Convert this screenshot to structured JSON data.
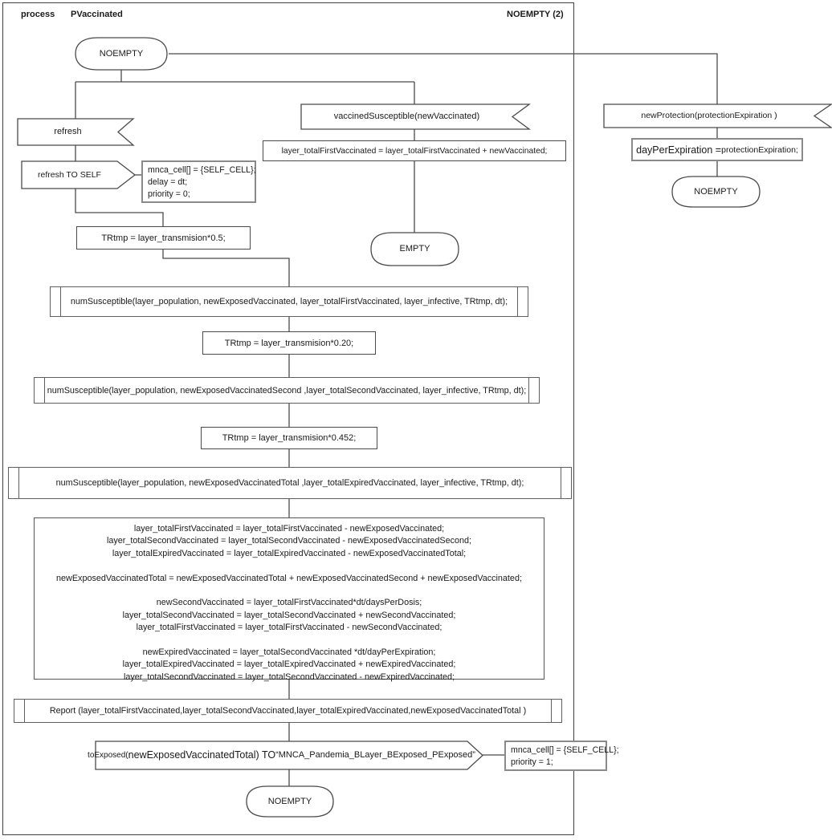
{
  "header": {
    "process_label": "process",
    "process_name": "PVaccinated",
    "state_indicator": "NOEMPTY (2)"
  },
  "states": {
    "top": "NOEMPTY",
    "empty_mid": "EMPTY",
    "right": "NOEMPTY",
    "bottom": "NOEMPTY"
  },
  "flags": {
    "refresh": "refresh",
    "refresh_to_self": "refresh TO SELF",
    "vaccined_susceptible": "vaccinedSusceptible(newVaccinated)",
    "new_protection": "newProtection(protectionExpiration )",
    "to_exposed_pre": "toExposed(",
    "to_exposed_mid": "newExposedVaccinatedTotal) TO ",
    "to_exposed_target": "“MNCA_Pandemia_BLayer_BExposed_PExposed”"
  },
  "boxes": {
    "first_vacc_update": "layer_totalFirstVaccinated = layer_totalFirstVaccinated + newVaccinated;",
    "day_per_expiration_lhs": "dayPerExpiration = ",
    "day_per_expiration_rhs": "protectionExpiration;",
    "trtmp_05": "TRtmp  = layer_transmision*0.5;",
    "trtmp_020": "TRtmp = layer_transmision*0.20;",
    "trtmp_0452": "TRtmp = layer_transmision*0.452;",
    "mnca_self": {
      "line1": "mnca_cell[] = {SELF_CELL};",
      "line2": "delay = dt;",
      "line3": "priority = 0;"
    },
    "mnca_exposed": {
      "line1": "mnca_cell[] = {SELF_CELL};",
      "line2": "priority = 1;"
    }
  },
  "procedures": {
    "num_susceptible_1": "numSusceptible(layer_population, newExposedVaccinated, layer_totalFirstVaccinated, layer_infective, TRtmp, dt);",
    "num_susceptible_2": "numSusceptible(layer_population, newExposedVaccinatedSecond ,layer_totalSecondVaccinated, layer_infective, TRtmp, dt);",
    "num_susceptible_3": "numSusceptible(layer_population, newExposedVaccinatedTotal ,layer_totalExpiredVaccinated, layer_infective, TRtmp, dt);",
    "report": "Report (layer_totalFirstVaccinated,layer_totalSecondVaccinated,layer_totalExpiredVaccinated,newExposedVaccinatedTotal )"
  },
  "big_assign": {
    "lines": [
      "layer_totalFirstVaccinated = layer_totalFirstVaccinated - newExposedVaccinated;",
      "layer_totalSecondVaccinated = layer_totalSecondVaccinated - newExposedVaccinatedSecond;",
      "layer_totalExpiredVaccinated = layer_totalExpiredVaccinated - newExposedVaccinatedTotal;",
      "",
      "newExposedVaccinatedTotal = newExposedVaccinatedTotal + newExposedVaccinatedSecond  + newExposedVaccinated;",
      "",
      "newSecondVaccinated = layer_totalFirstVaccinated*dt/daysPerDosis;",
      "layer_totalSecondVaccinated = layer_totalSecondVaccinated + newSecondVaccinated;",
      "layer_totalFirstVaccinated = layer_totalFirstVaccinated - newSecondVaccinated;",
      "",
      "newExpiredVaccinated = layer_totalSecondVaccinated *dt/dayPerExpiration;",
      "layer_totalExpiredVaccinated = layer_totalExpiredVaccinated + newExpiredVaccinated;",
      "layer_totalSecondVaccinated = layer_totalSecondVaccinated - newExpiredVaccinated;"
    ]
  },
  "colors": {
    "line": "#4a4a4a",
    "border_gray": "#8a8a8a",
    "text": "#1a1a1a"
  }
}
